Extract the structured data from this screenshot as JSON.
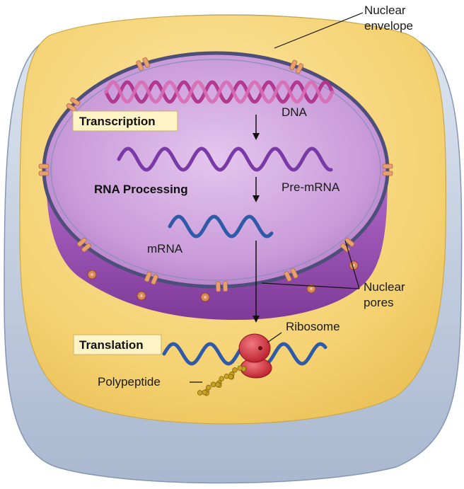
{
  "labels": {
    "nuclear_envelope_line1": "Nuclear",
    "nuclear_envelope_line2": "envelope",
    "dna": "DNA",
    "pre_mrna": "Pre-mRNA",
    "mrna": "mRNA",
    "nuclear_pores_line1": "Nuclear",
    "nuclear_pores_line2": "pores",
    "ribosome": "Ribosome",
    "polypeptide": "Polypeptide"
  },
  "steps": {
    "transcription": "Transcription",
    "rna_processing": "RNA Processing",
    "translation": "Translation"
  },
  "colors": {
    "cell_outer": "#b9c7dc",
    "cytoplasm": "#f6d57a",
    "nucleus": "#c99ad9",
    "nucleus_side": "#9a4fb3",
    "dna": "#b0338a",
    "pre_mrna": "#7a3aa6",
    "mrna": "#2f5aa8",
    "ribosome": "#d8303d",
    "pore": "#e9a070",
    "polypeptide": "#c9a020",
    "step_box": "#fdf3c4"
  }
}
